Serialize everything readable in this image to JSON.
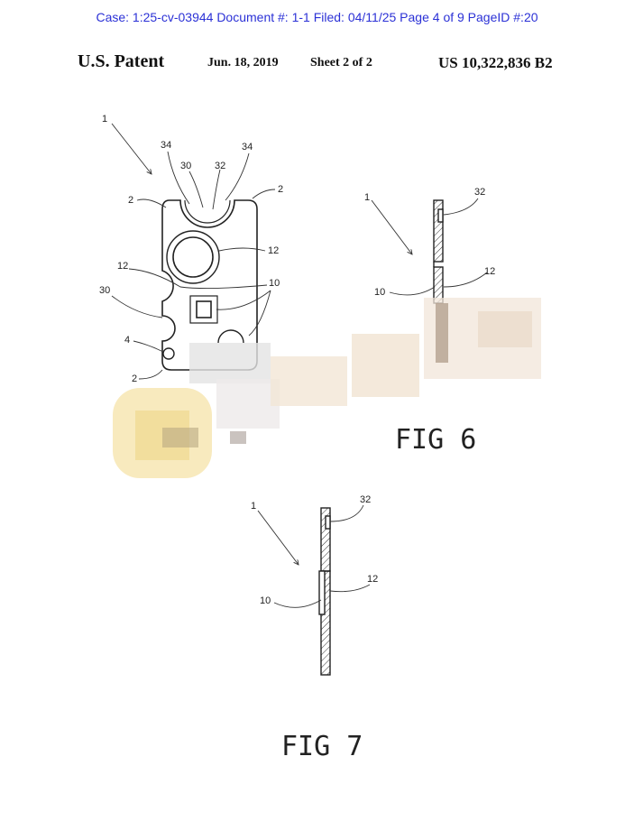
{
  "case_header": "Case: 1:25-cv-03944 Document #: 1-1 Filed: 04/11/25 Page 4 of 9 PageID #:20",
  "patent_header": {
    "title": "U.S. Patent",
    "date": "Jun. 18, 2019",
    "sheet": "Sheet 2 of 2",
    "number": "US 10,322,836 B2"
  },
  "figures": {
    "fig5_labels": {
      "ref_1": "1",
      "ref_34a": "34",
      "ref_34b": "34",
      "ref_30top": "30",
      "ref_32": "32",
      "ref_2a": "2",
      "ref_2b": "2",
      "ref_12a": "12",
      "ref_12b": "12",
      "ref_10": "10",
      "ref_30side": "30",
      "ref_4": "4",
      "ref_2c": "2"
    },
    "fig6": {
      "caption": "FIG 6",
      "ref_1": "1",
      "ref_32": "32",
      "ref_12": "12",
      "ref_10": "10"
    },
    "fig7": {
      "caption": "FIG 7",
      "ref_1": "1",
      "ref_32": "32",
      "ref_12": "12",
      "ref_10": "10"
    }
  }
}
